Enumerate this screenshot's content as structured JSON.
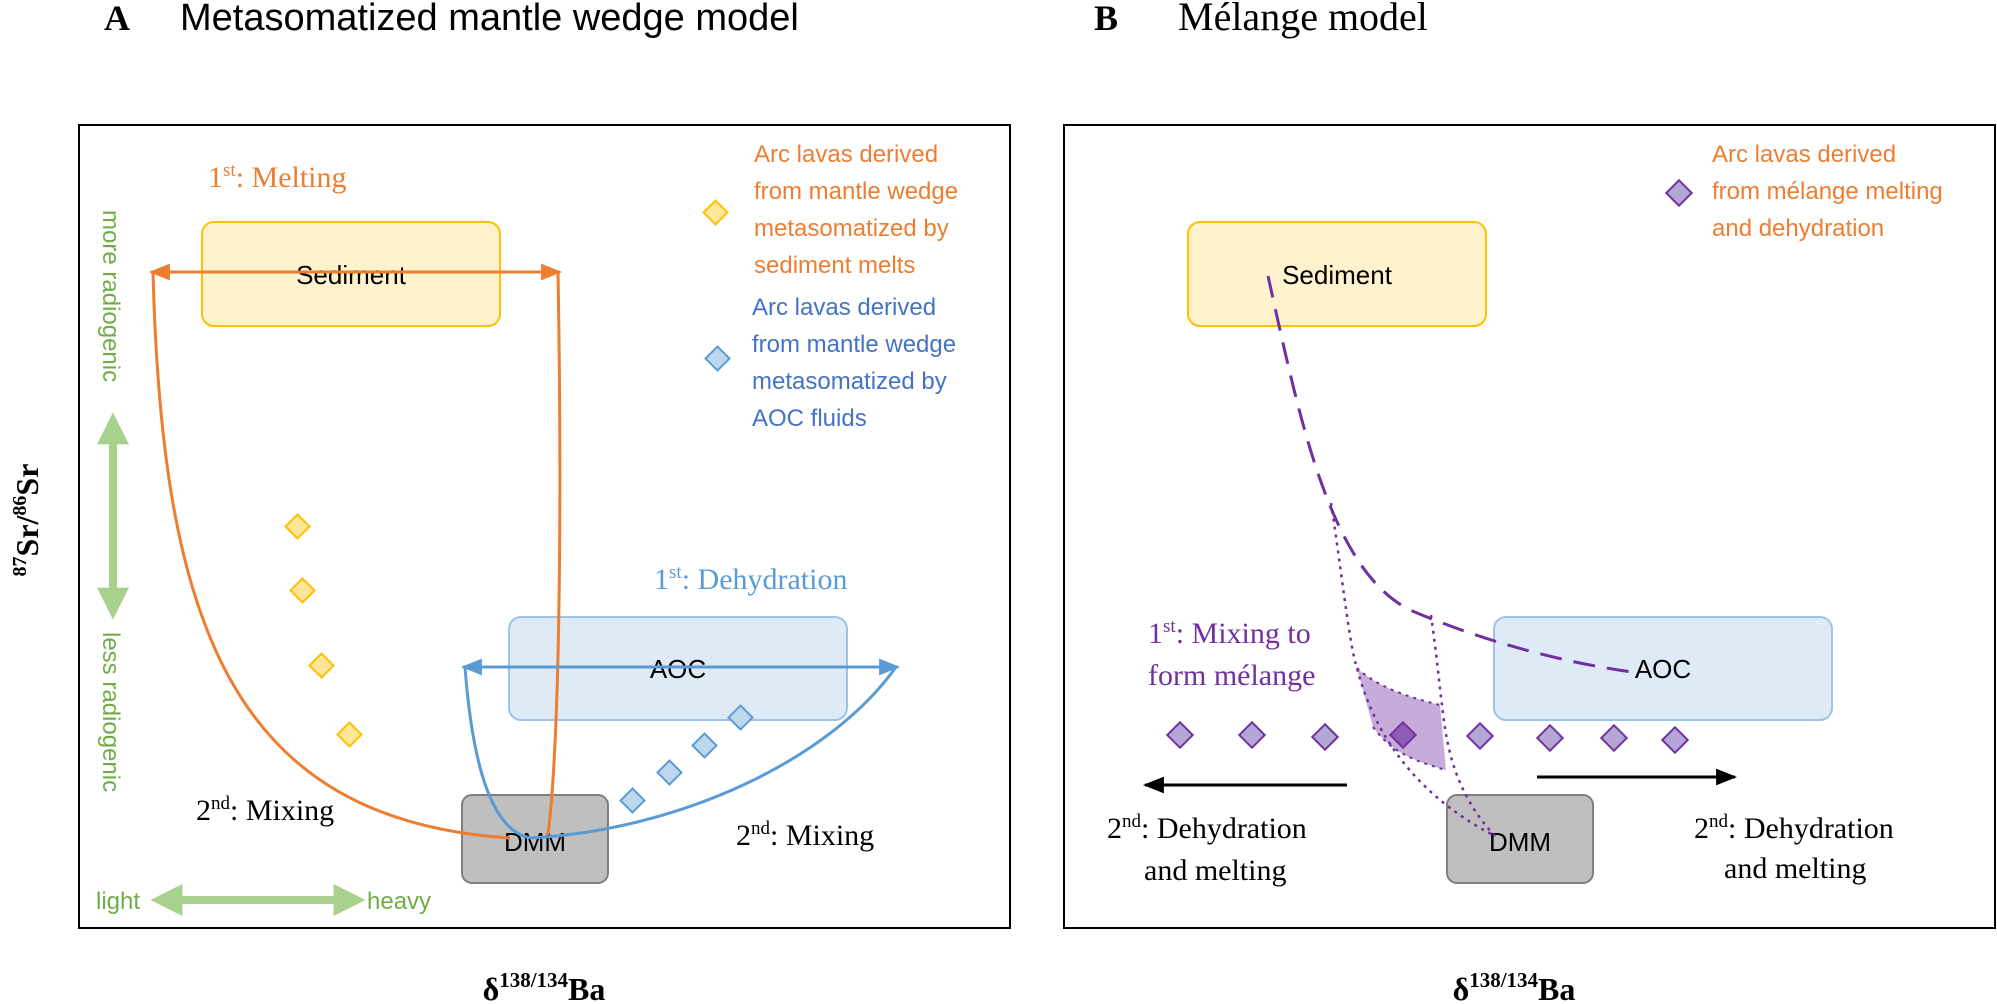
{
  "panel_a": {
    "letter": "A",
    "title": "Metasomatized mantle wedge model",
    "melting_label": {
      "pre": "1",
      "sup": "st",
      "post": ": Melting"
    },
    "dehydration_label": {
      "pre": "1",
      "sup": "st",
      "post": ": Dehydration"
    },
    "mixing_left": {
      "pre": "2",
      "sup": "nd",
      "post": ": Mixing"
    },
    "mixing_right": {
      "pre": "2",
      "sup": "nd",
      "post": ": Mixing"
    },
    "sediment": "Sediment",
    "aoc": "AOC",
    "dmm": "DMM",
    "more_radiogenic": "more radiogenic",
    "less_radiogenic": "less radiogenic",
    "light": "light",
    "heavy": "heavy",
    "legend_yellow": [
      "Arc lavas derived",
      "from mantle wedge",
      "metasomatized by",
      "sediment melts"
    ],
    "legend_blue": [
      "Arc lavas derived",
      "from mantle wedge",
      "metasomatized by",
      "AOC fluids"
    ],
    "xlabel": {
      "pre": "δ",
      "sup": "138/134",
      "post": "Ba"
    }
  },
  "panel_b": {
    "letter": "B",
    "title": "Mélange model",
    "mixing_label": {
      "pre": "1",
      "sup": "st",
      "post": ": Mixing to",
      "line2": "form mélange"
    },
    "dehyd_left": {
      "pre": "2",
      "sup": "nd",
      "post": ": Dehydration",
      "line2": "and melting"
    },
    "dehyd_right": {
      "pre": "2",
      "sup": "nd",
      "post": ": Dehydration",
      "line2": "and melting"
    },
    "sediment": "Sediment",
    "aoc": "AOC",
    "dmm": "DMM",
    "legend_purple": [
      "Arc lavas derived",
      "from mélange melting",
      "and dehydration"
    ],
    "xlabel": {
      "pre": "δ",
      "sup": "138/134",
      "post": "Ba"
    }
  },
  "ylabel": {
    "sup1": "87",
    "mid": "Sr/",
    "sup2": "86",
    "post": "Sr"
  },
  "colors": {
    "orange": "#ED7D31",
    "blue": "#5B9BD5",
    "green": "#70AD47",
    "green_light": "#A9D18E",
    "purple": "#7030A0",
    "sediment_fill": "#FFF2CC",
    "sediment_stroke": "#FFC000",
    "aoc_fill": "#DEEBF7",
    "dmm_fill": "#BFBFBF"
  }
}
